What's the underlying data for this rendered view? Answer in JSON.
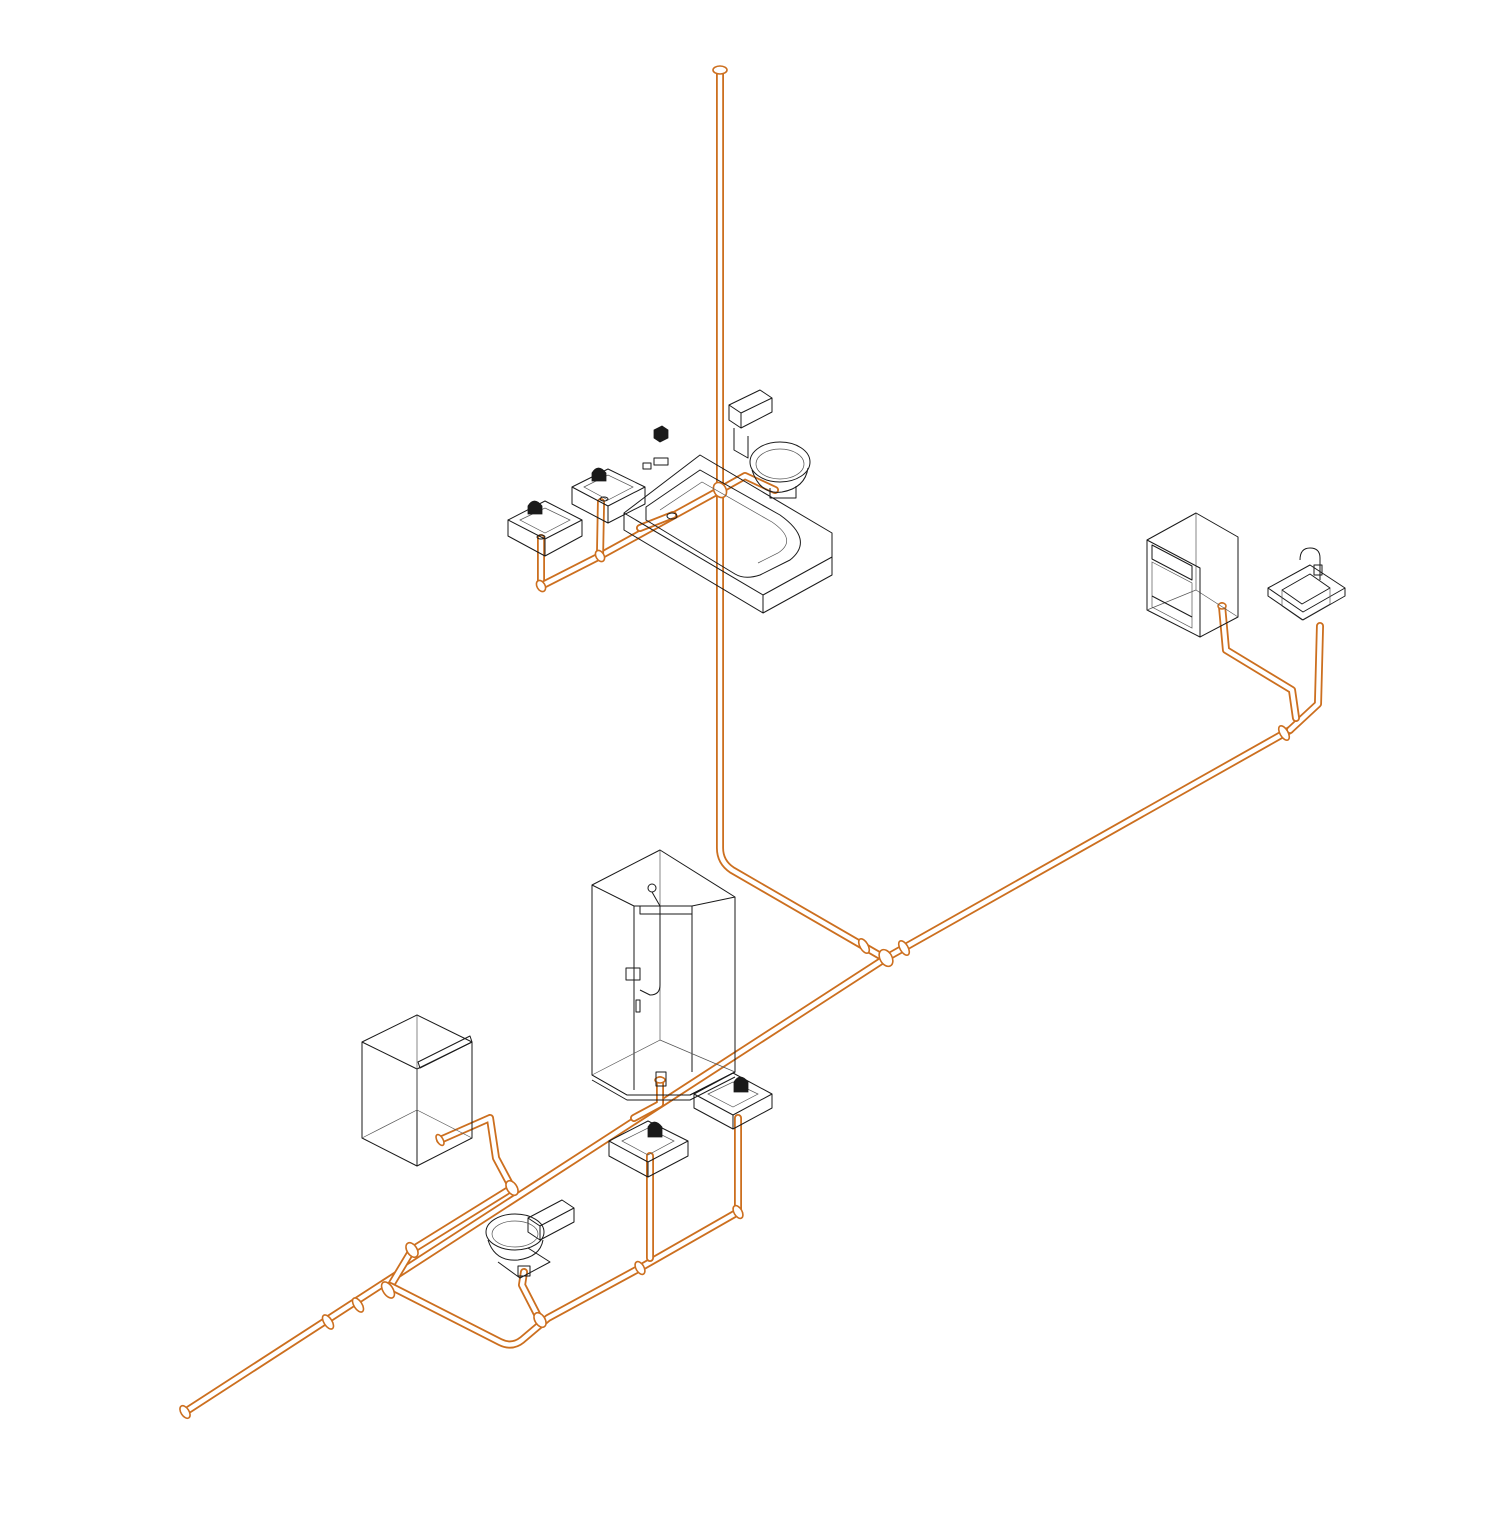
{
  "diagram": {
    "type": "isometric plumbing riser diagram",
    "colors": {
      "pipe": "#cc6f1f",
      "pipe_core": "#ffffff",
      "fixture_line": "#1a1a1a",
      "background": "#ffffff"
    },
    "fixtures": [
      "lavatory",
      "lavatory",
      "bathtub",
      "water-closet",
      "refrigerator",
      "kitchen-sink",
      "shower",
      "lavatory",
      "lavatory",
      "water-heater",
      "water-closet"
    ]
  }
}
